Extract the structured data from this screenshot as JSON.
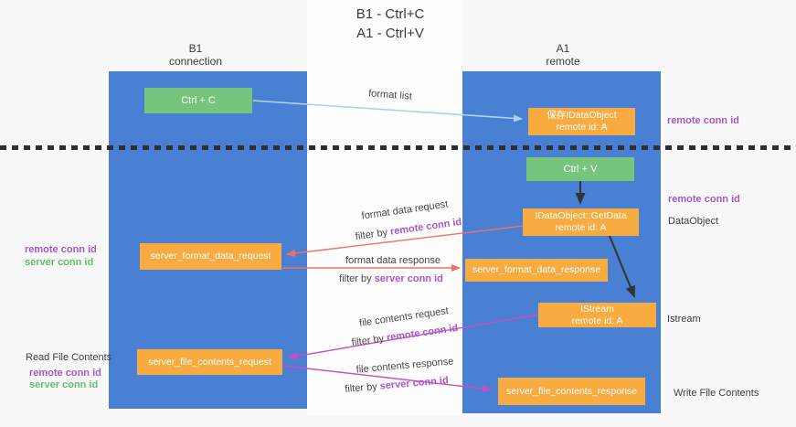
{
  "title": {
    "line1": "B1 - Ctrl+C",
    "line2": "A1 - Ctrl+V"
  },
  "lanes": {
    "left": {
      "name": "B1",
      "subtitle": "connection"
    },
    "right": {
      "name": "A1",
      "subtitle": "remote"
    }
  },
  "nodes": {
    "ctrl_c": "Ctrl + C",
    "save_idataobject": {
      "line1": "保存IDataObject",
      "line2": "remote id: A"
    },
    "ctrl_v": "Ctrl + V",
    "getdata": {
      "line1": "IDataObject::GetData",
      "line2": "remote id: A"
    },
    "server_format_data_request": "server_format_data_request",
    "server_format_data_response": "server_format_data_response",
    "istream": {
      "line1": "IStream",
      "line2": "remote id: A"
    },
    "server_file_contents_request": "server_file_contents_request",
    "server_file_contents_response": "server_file_contents_response"
  },
  "arrow_labels": {
    "format_list": "format list",
    "format_data_request": "format data request",
    "format_data_response": "format data response",
    "file_contents_request": "file contents request",
    "file_contents_response": "file contents response",
    "filter_by": "filter by ",
    "remote_conn_id": "remote conn id",
    "server_conn_id": "server conn id"
  },
  "side_labels": {
    "remote_conn_id": "remote conn id",
    "server_conn_id": "server conn id",
    "dataobject": "DataObject",
    "istream": "Istream",
    "read_file_contents": "Read File Contents",
    "write_file_contents": "Write File Contents"
  },
  "colors": {
    "lane_blue": "#4a80d4",
    "node_green": "#77c47d",
    "node_orange": "#f7ab40",
    "arrow_light_blue": "#a9d5f0",
    "arrow_red": "#ee7268",
    "arrow_magenta": "#cb4dc4",
    "arrow_black": "#333333",
    "text_purple": "#a956c9",
    "text_green": "#66bd6c"
  }
}
